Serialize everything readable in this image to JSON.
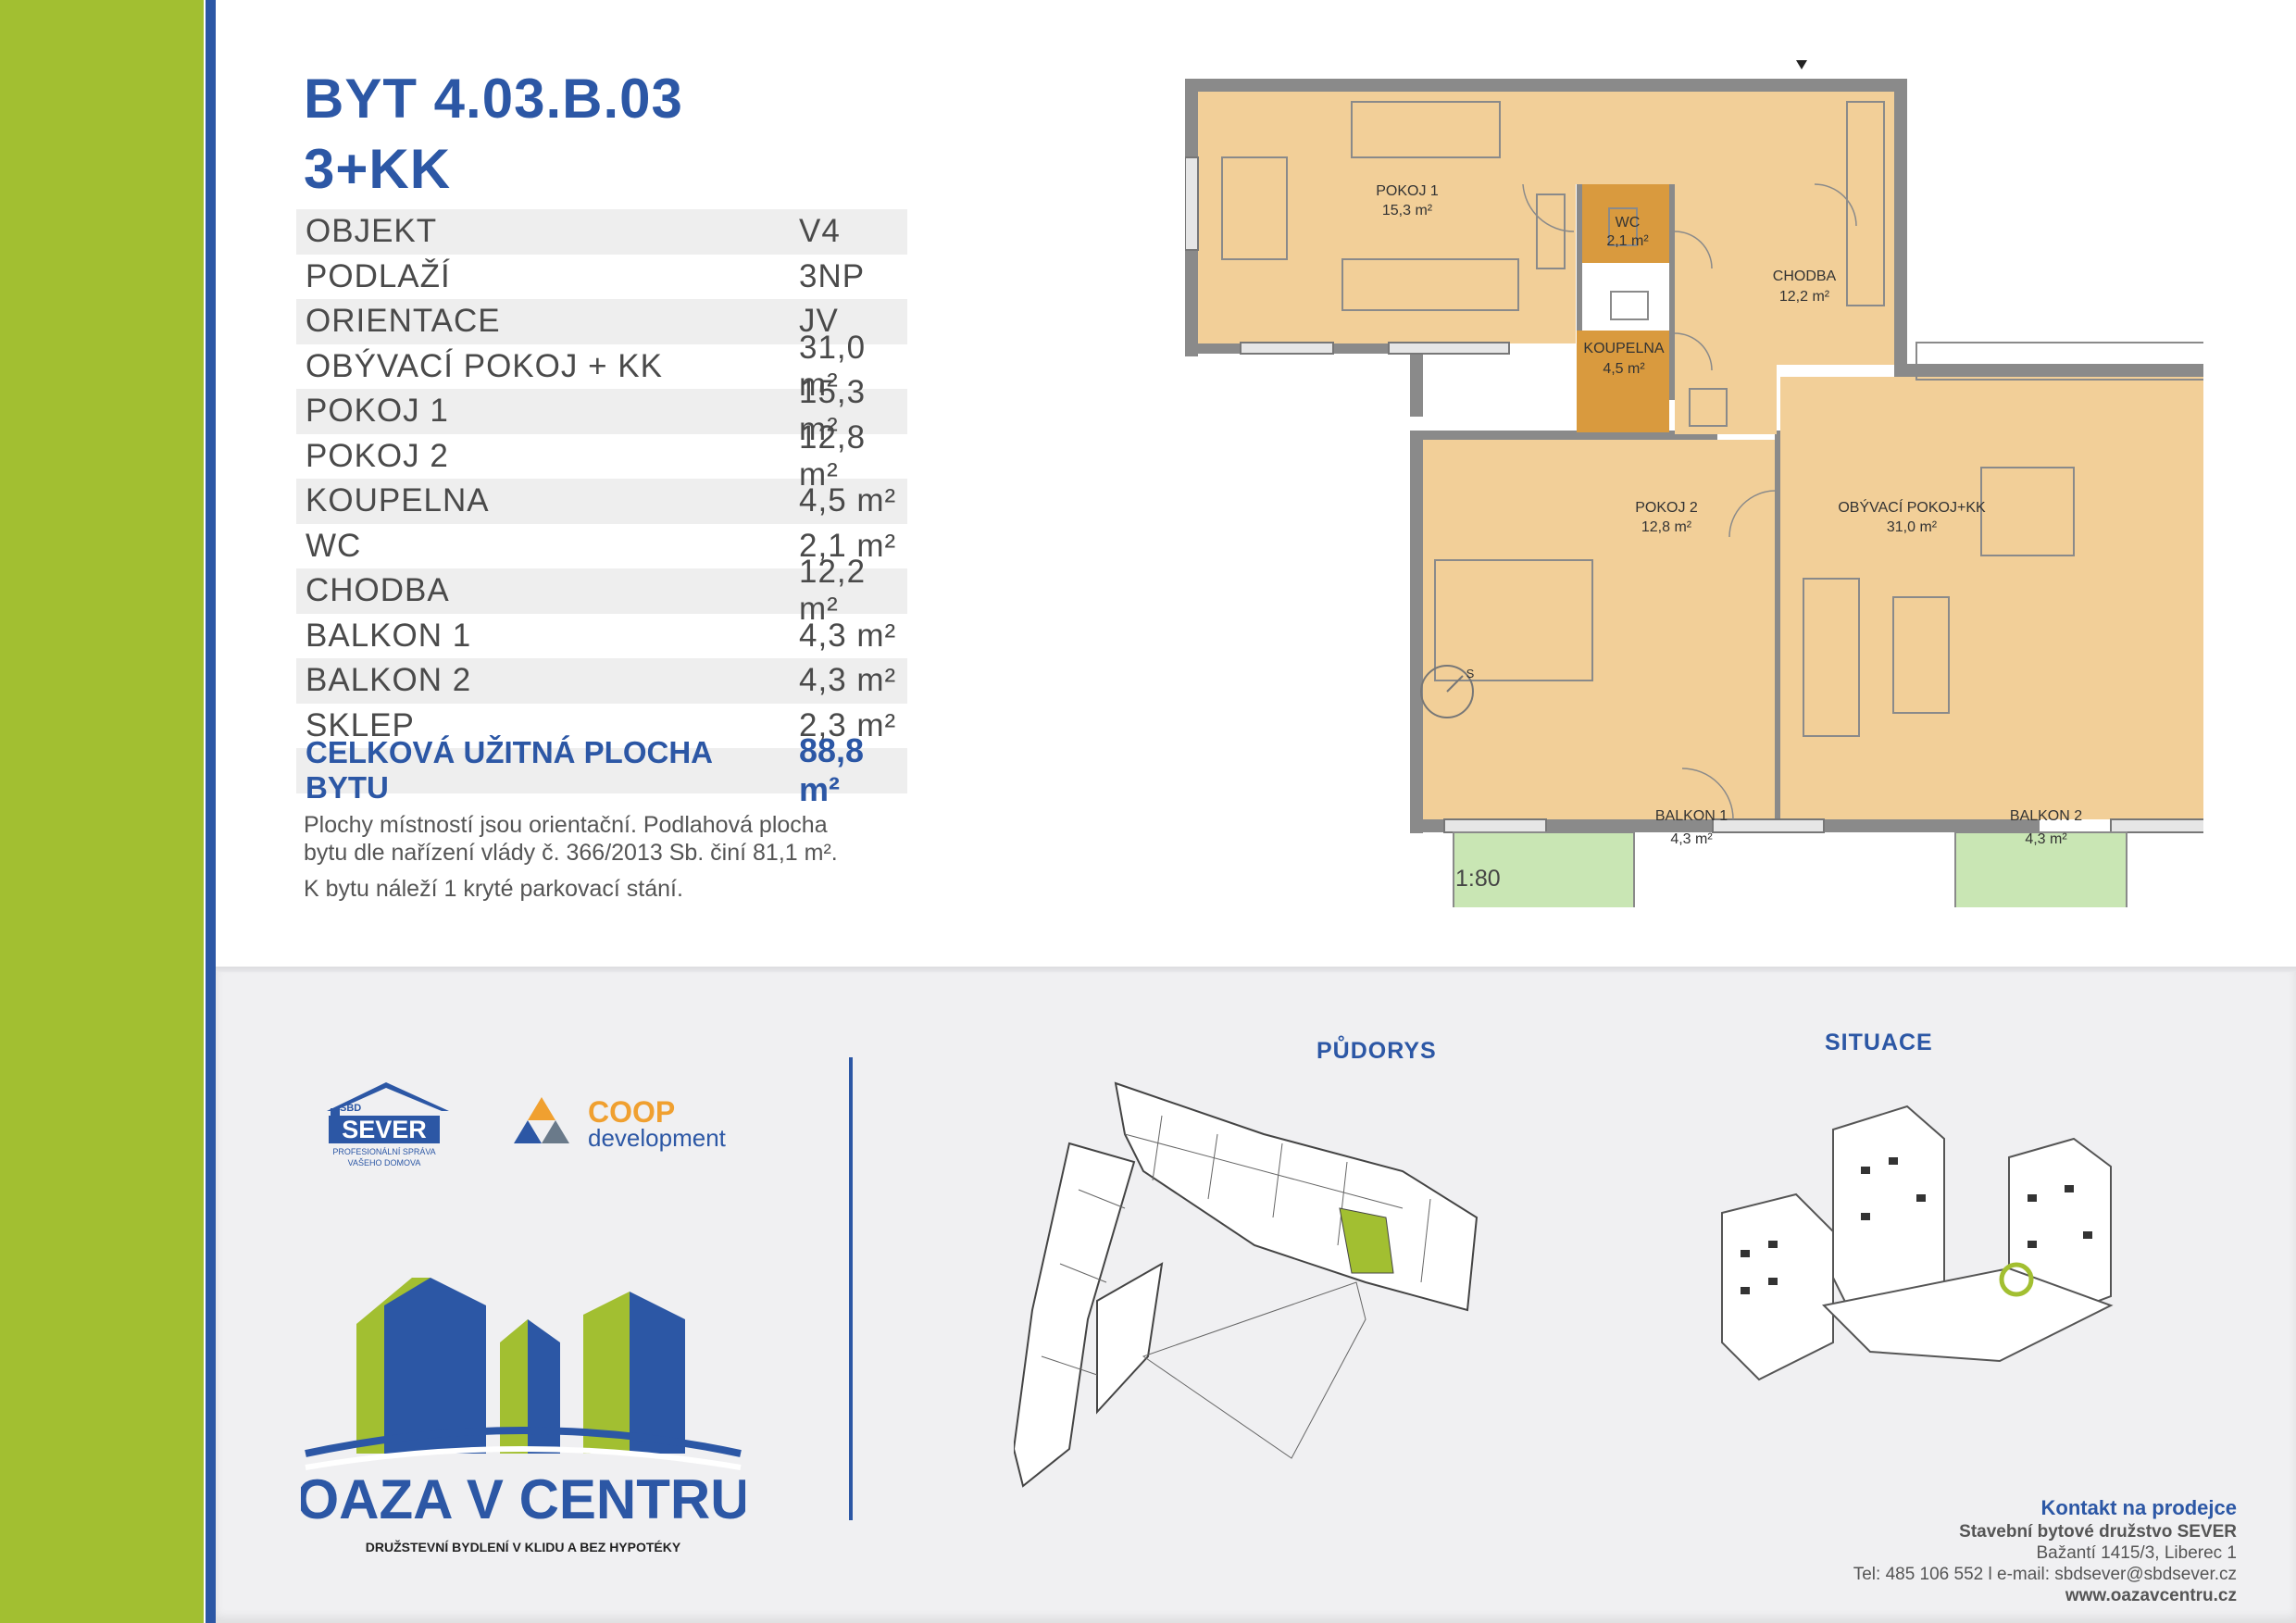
{
  "header": {
    "title_line1": "BYT 4.03.B.03",
    "title_line2": "3+KK"
  },
  "specs": [
    {
      "label": "OBJEKT",
      "value": "V4"
    },
    {
      "label": "PODLAŽÍ",
      "value": "3NP"
    },
    {
      "label": "ORIENTACE",
      "value": "JV"
    },
    {
      "label": "OBÝVACÍ POKOJ + KK",
      "value": "31,0 m²"
    },
    {
      "label": "POKOJ 1",
      "value": "15,3 m²"
    },
    {
      "label": "POKOJ 2",
      "value": "12,8 m²"
    },
    {
      "label": "KOUPELNA",
      "value": "4,5 m²"
    },
    {
      "label": "WC",
      "value": "2,1 m²"
    },
    {
      "label": "CHODBA",
      "value": "12,2 m²"
    },
    {
      "label": "BALKON 1",
      "value": "4,3 m²"
    },
    {
      "label": "BALKON 2",
      "value": "4,3 m²"
    },
    {
      "label": "SKLEP",
      "value": "2,3 m²"
    }
  ],
  "total": {
    "label": "CELKOVÁ UŽITNÁ PLOCHA BYTU",
    "value": "88,8 m²"
  },
  "notes": {
    "line1": "Plochy místností jsou orientační. Podlahová plocha",
    "line2": "bytu dle nařízení vlády č. 366/2013 Sb. činí 81,1 m².",
    "line3": "K bytu náleží 1 kryté parkovací stání."
  },
  "plan": {
    "rooms": {
      "pokoj1": {
        "name": "POKOJ 1",
        "area": "15,3 m²"
      },
      "wc": {
        "name": "WC",
        "area": "2,1 m²"
      },
      "chodba": {
        "name": "CHODBA",
        "area": "12,2 m²"
      },
      "koupelna": {
        "name": "KOUPELNA",
        "area": "4,5 m²"
      },
      "pokoj2": {
        "name": "POKOJ 2",
        "area": "12,8 m²"
      },
      "obyvaci": {
        "name": "OBÝVACÍ POKOJ+KK",
        "area": "31,0 m²"
      },
      "balkon1": {
        "name": "BALKON 1",
        "area": "4,3 m²"
      },
      "balkon2": {
        "name": "BALKON 2",
        "area": "4,3 m²"
      }
    },
    "compass": "S",
    "scale": "1:80"
  },
  "lower": {
    "pudorys_title": "PŮDORYS",
    "situace_title": "SITUACE"
  },
  "logos": {
    "sever_top": "SBD",
    "sever_name": "SEVER",
    "sever_tag1": "PROFESIONÁLNÍ SPRÁVA",
    "sever_tag2": "VAŠEHO DOMOVA",
    "coop_name": "COOP",
    "coop_sub": "development",
    "oaza_name": "OAZA V CENTRU",
    "oaza_tag": "DRUŽSTEVNÍ BYDLENÍ V KLIDU A BEZ HYPOTÉKY"
  },
  "contact": {
    "heading": "Kontakt na prodejce",
    "company": "Stavební bytové družstvo SEVER",
    "address": "Bažantí 1415/3, Liberec 1",
    "phone_email": "Tel: 485 106 552 l e-mail: sbdsever@sbdsever.cz",
    "web": "www.oazavcentru.cz"
  },
  "colors": {
    "brand_blue": "#2c57a5",
    "brand_green": "#a2bf31",
    "room_fill": "#f2cf98",
    "bath_tile": "#d99a3e",
    "balcony_fill": "#c9e6b4",
    "coop_orange": "#f0a030"
  }
}
